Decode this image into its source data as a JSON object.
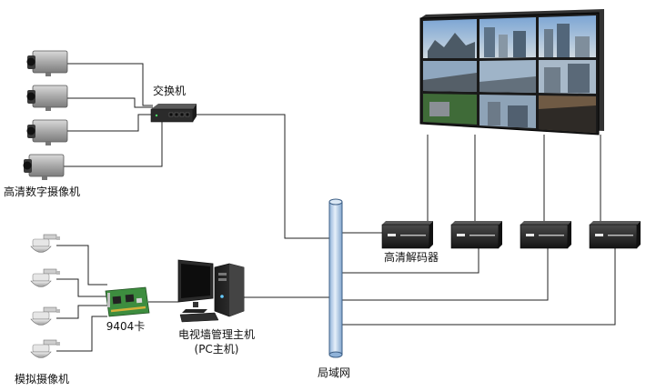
{
  "labels": {
    "switch": "交换机",
    "hd_cameras": "高清数字摄像机",
    "card": "9404卡",
    "analog_cameras": "模拟摄像机",
    "pc_line1": "电视墙管理主机",
    "pc_line2": "(PC主机)",
    "lan": "局域网",
    "decoders": "高清解码器"
  },
  "colors": {
    "line": "#222222",
    "camera_body": "#b8b8b8",
    "lan_pipe": "#b9d3ee",
    "card_green": "#3d8d3f",
    "screen_dark": "#1c1f24",
    "decoder": "#2a2a2a"
  }
}
